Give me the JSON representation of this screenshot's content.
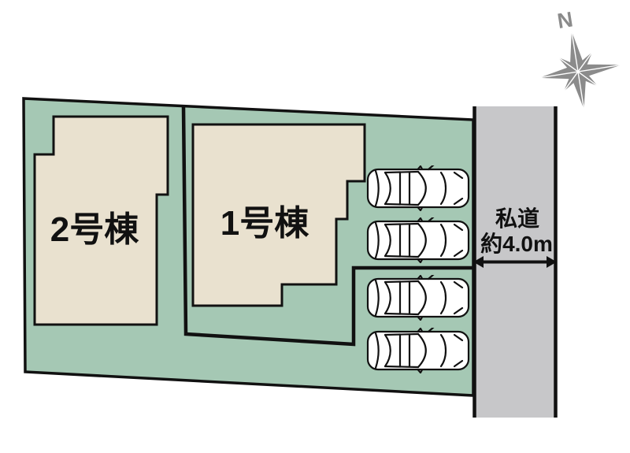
{
  "site_plan": {
    "buildings": [
      {
        "id": "building-2",
        "label": "2号棟"
      },
      {
        "id": "building-1",
        "label": "1号棟"
      }
    ],
    "road": {
      "name": "私道",
      "width_note": "約4.0m"
    },
    "compass": {
      "north_label": "N"
    },
    "parking": {
      "car_count": 4,
      "icon": "car-top-view-icon"
    },
    "colors": {
      "site_green": "#a5c8b4",
      "building_beige": "#e9e1cf",
      "road_gray": "#c7c7c9",
      "compass_gray": "#8b8b8b",
      "outline_black": "#111111"
    }
  }
}
